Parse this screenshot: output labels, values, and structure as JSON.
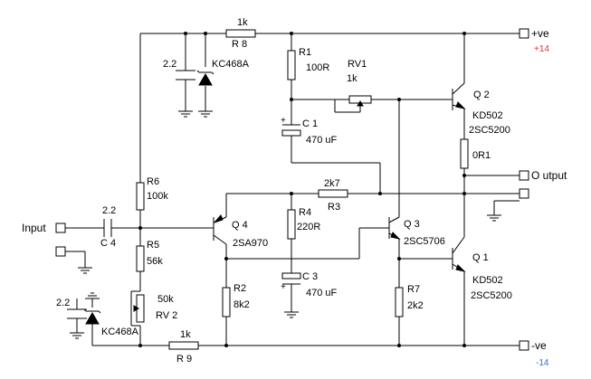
{
  "components": {
    "r1": {
      "ref": "R1",
      "value": "100R"
    },
    "r2": {
      "ref": "R2",
      "value": "8k2"
    },
    "r3": {
      "ref": "R3",
      "value": "2k7"
    },
    "r4": {
      "ref": "R4",
      "value": "220R"
    },
    "r5": {
      "ref": "R5",
      "value": "56k"
    },
    "r6": {
      "ref": "R6",
      "value": "100k"
    },
    "r7": {
      "ref": "R7",
      "value": "2k2"
    },
    "r8": {
      "ref": "R 8",
      "value": "1k"
    },
    "r9": {
      "ref": "R 9",
      "value": "1k"
    },
    "r_out": {
      "value": "0R1"
    },
    "rv1": {
      "ref": "RV1",
      "value": "1k"
    },
    "rv2": {
      "ref": "RV 2",
      "value": "50k"
    },
    "c1": {
      "ref": "C 1",
      "value": "470 uF"
    },
    "c3": {
      "ref": "C 3",
      "value": "470 uF"
    },
    "c4": {
      "ref": "C 4",
      "value": "2.2"
    },
    "c_top": {
      "value": "2.2"
    },
    "c_bot": {
      "value": "2.2"
    },
    "d_top": {
      "part": "KC468A"
    },
    "d_bot": {
      "part": "KC468A"
    },
    "q1": {
      "ref": "Q 1",
      "part1": "KD502",
      "part2": "2SC5200"
    },
    "q2": {
      "ref": "Q 2",
      "part1": "KD502",
      "part2": "2SC5200"
    },
    "q3": {
      "ref": "Q 3",
      "part": "2SC5706"
    },
    "q4": {
      "ref": "Q 4",
      "part": "2SA970"
    }
  },
  "terminals": {
    "vpos": {
      "label": "+ve",
      "value": "+14",
      "color": "#e83030"
    },
    "vneg": {
      "label": "-ve",
      "value": "-14",
      "color": "#2a6fd6"
    },
    "output": {
      "label": "O utput"
    },
    "input": {
      "label": "Input"
    }
  },
  "plus_sign": "+"
}
